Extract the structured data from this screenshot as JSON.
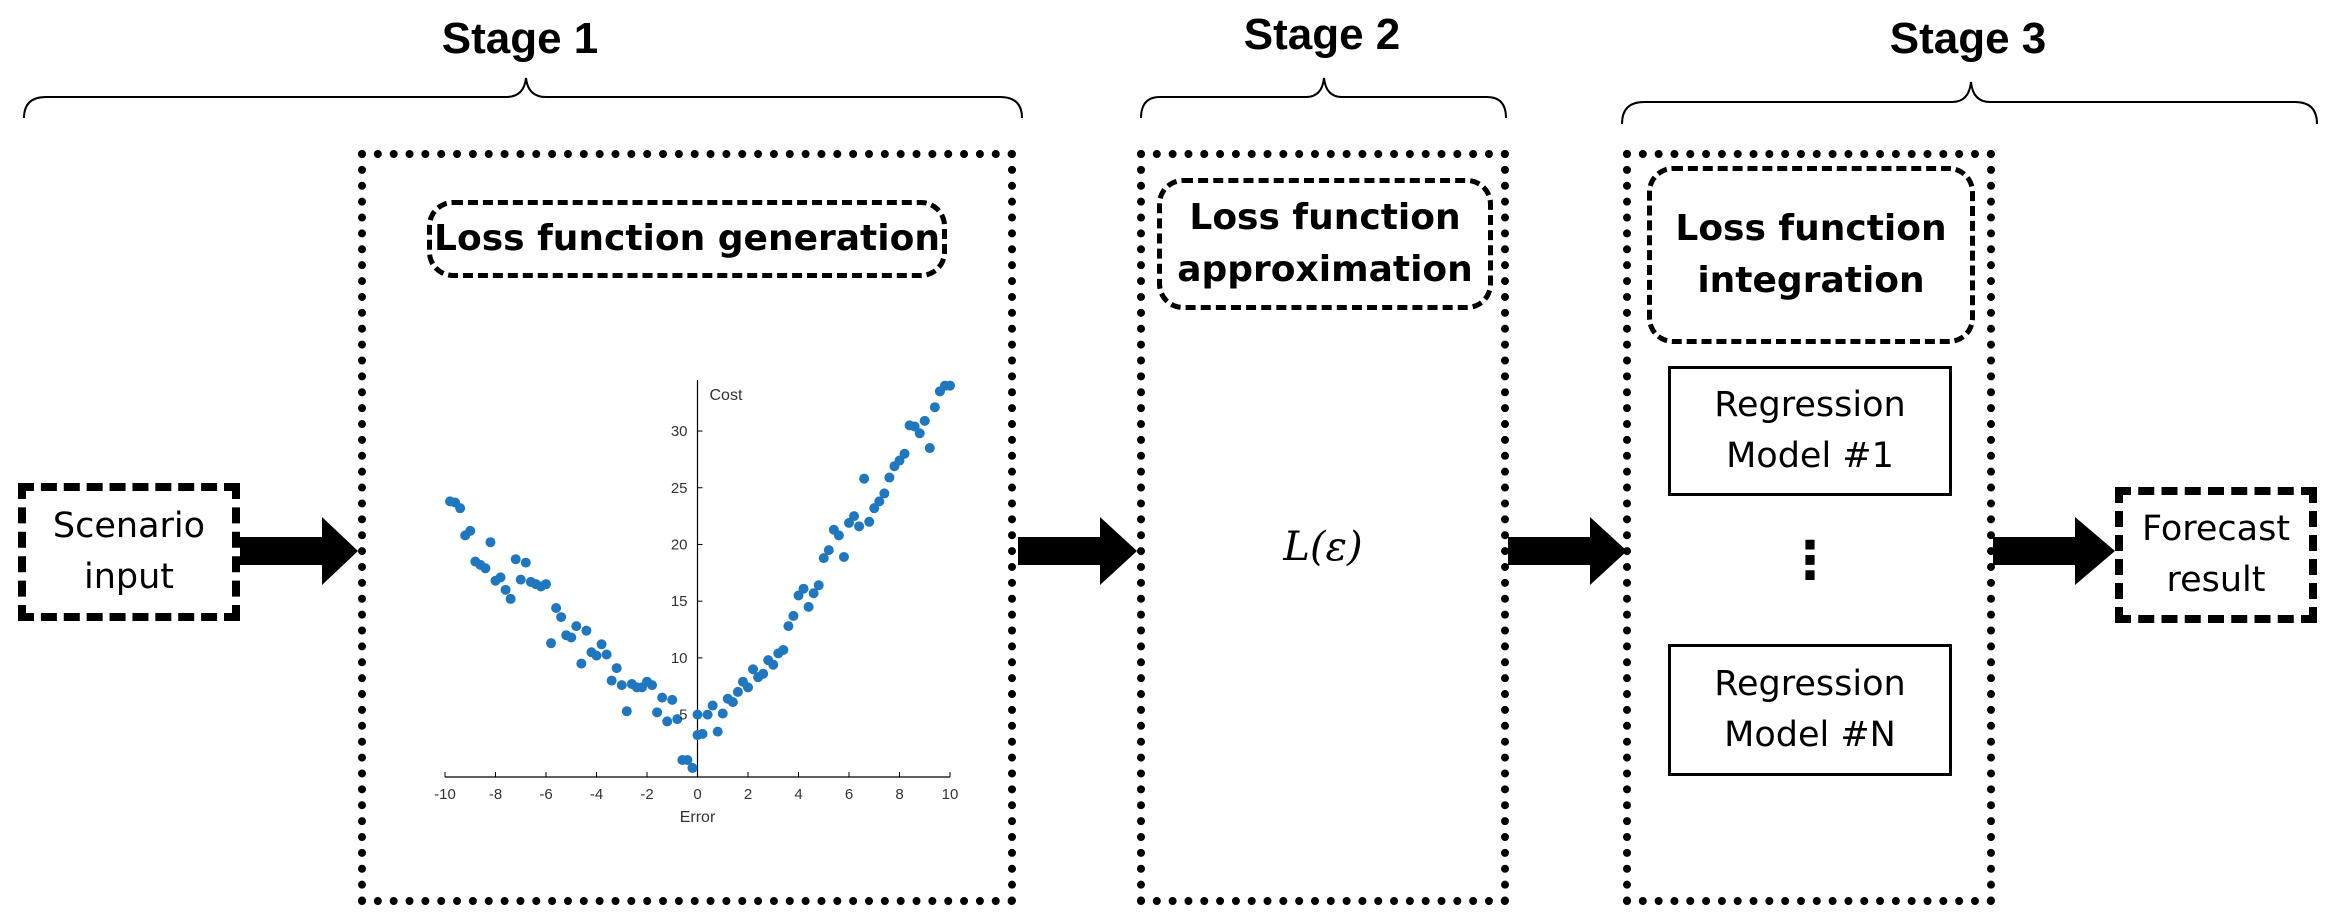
{
  "stages": [
    {
      "title": "Stage 1"
    },
    {
      "title": "Stage 2"
    },
    {
      "title": "Stage 3"
    }
  ],
  "input_box": {
    "line1": "Scenario",
    "line2": "input"
  },
  "output_box": {
    "line1": "Forecast",
    "line2": "result"
  },
  "stage1_box": {
    "title": "Loss function generation"
  },
  "stage2_box": {
    "line1": "Loss function",
    "line2": "approximation",
    "formula": "L(ε)"
  },
  "stage3_box": {
    "line1": "Loss function",
    "line2": "integration",
    "model_first": {
      "line1": "Regression",
      "line2": "Model #1"
    },
    "ellipsis": "⋮",
    "model_last": {
      "line1": "Regression",
      "line2": "Model #N"
    }
  },
  "colors": {
    "points": "#1f77bf",
    "stroke": "#000000"
  },
  "chart_data": {
    "type": "scatter",
    "title": "",
    "xlabel": "Error",
    "ylabel": "Cost",
    "xlim": [
      -10,
      10
    ],
    "ylim": [
      -0.5,
      34.5
    ],
    "xticks": [
      "-10",
      "-8",
      "-6",
      "-4",
      "-2",
      "0",
      "2",
      "4",
      "6",
      "8",
      "10"
    ],
    "yticks": [
      "5",
      "10",
      "15",
      "20",
      "25",
      "30"
    ],
    "series": [
      {
        "x": [
          -9.8,
          -9.6,
          -9.4,
          -9.2,
          -9.0,
          -8.8,
          -8.6,
          -8.4,
          -8.2,
          -8.0,
          -7.8,
          -7.6,
          -7.4,
          -7.2,
          -7.0,
          -6.8,
          -6.6,
          -6.4,
          -6.2,
          -6.0,
          -5.8,
          -5.6,
          -5.4,
          -5.2,
          -5.0,
          -4.8,
          -4.6,
          -4.4,
          -4.2,
          -4.0,
          -3.8,
          -3.6,
          -3.4,
          -3.2,
          -3.0,
          -2.8,
          -2.6,
          -2.4,
          -2.2,
          -2.0,
          -1.8,
          -1.6,
          -1.4,
          -1.2,
          -1.0,
          -0.8,
          -0.6,
          -0.4,
          -0.2,
          0.0,
          0.0,
          0.2,
          0.4,
          0.6,
          0.8,
          1.0,
          1.2,
          1.4,
          1.6,
          1.8,
          2.0,
          2.2,
          2.4,
          2.6,
          2.8,
          3.0,
          3.2,
          3.4,
          3.6,
          3.8,
          4.0,
          4.2,
          4.4,
          4.6,
          4.8,
          5.0,
          5.2,
          5.4,
          5.6,
          5.8,
          6.0,
          6.2,
          6.4,
          6.6,
          6.8,
          7.0,
          7.2,
          7.4,
          7.6,
          7.8,
          8.0,
          8.2,
          8.4,
          8.6,
          8.8,
          9.0,
          9.2,
          9.4,
          9.6,
          9.8,
          10.0
        ],
        "y": [
          23.8,
          23.7,
          23.2,
          20.8,
          21.2,
          18.5,
          18.2,
          17.9,
          20.2,
          16.8,
          17.1,
          16.0,
          15.2,
          18.7,
          16.9,
          18.4,
          16.7,
          16.5,
          16.3,
          16.5,
          11.3,
          14.4,
          13.6,
          12.0,
          11.8,
          12.8,
          9.5,
          12.4,
          10.5,
          10.2,
          11.2,
          10.3,
          8.0,
          9.1,
          7.6,
          5.3,
          7.7,
          7.4,
          7.4,
          7.9,
          7.6,
          5.2,
          6.5,
          4.4,
          6.3,
          4.6,
          1.0,
          1.0,
          0.3,
          3.2,
          5.0,
          3.3,
          5.0,
          5.8,
          3.5,
          5.1,
          6.4,
          6.1,
          7.0,
          7.9,
          7.4,
          9.0,
          8.3,
          8.6,
          9.8,
          9.4,
          10.4,
          10.7,
          12.8,
          13.7,
          15.5,
          16.1,
          14.5,
          15.7,
          16.4,
          18.8,
          19.5,
          21.3,
          20.8,
          18.9,
          21.9,
          22.5,
          21.6,
          25.8,
          22.0,
          23.2,
          23.8,
          24.5,
          25.9,
          26.9,
          27.4,
          28.0,
          30.5,
          30.4,
          29.8,
          30.9,
          28.5,
          32.1,
          33.5,
          34.0,
          34.0
        ]
      }
    ]
  }
}
